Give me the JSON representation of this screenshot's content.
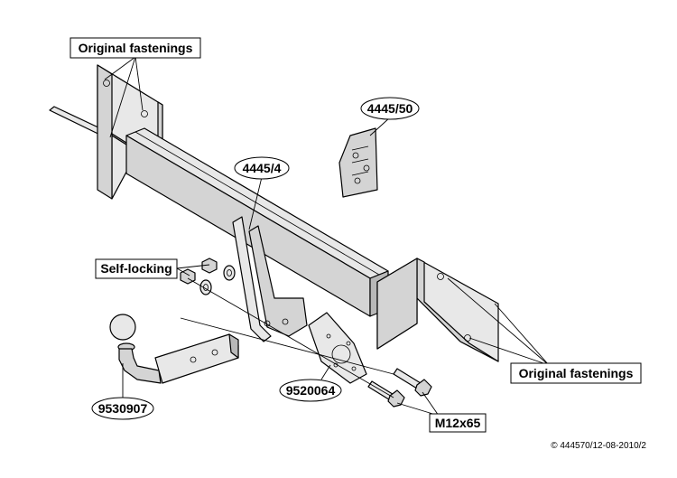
{
  "labels": {
    "original_fastenings_top": "Original fastenings",
    "original_fastenings_right": "Original fastenings",
    "part_4445_50": "4445/50",
    "part_4445_4": "4445/4",
    "self_locking": "Self-locking",
    "part_9530907": "9530907",
    "part_9520064": "9520064",
    "bolt_m12x65": "M12x65",
    "copyright": "© 444570/12-08-2010/2"
  },
  "colors": {
    "part_fill": "#d4d4d4",
    "part_fill_light": "#e8e8e8",
    "part_fill_dark": "#b8b8b8",
    "line": "#000000"
  }
}
